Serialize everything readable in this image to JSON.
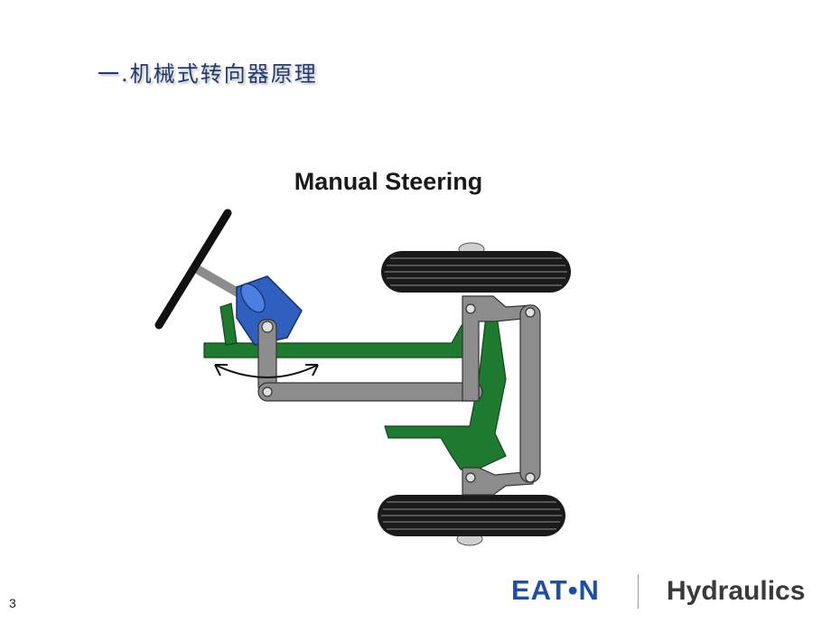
{
  "slide": {
    "title": "一.机械式转向器原理",
    "page_number": "3"
  },
  "diagram": {
    "title": "Manual Steering"
  },
  "footer": {
    "logo_text": "EAT•N",
    "division": "Hydraulics"
  },
  "colors": {
    "frame_green": "#1e7a2e",
    "linkage_gray": "#8c8c8c",
    "gearbox_blue": "#2f5fbf",
    "tire_black": "#1a1a1a",
    "title_navy": "#1f3a6e",
    "logo_blue": "#1d4fa8"
  }
}
